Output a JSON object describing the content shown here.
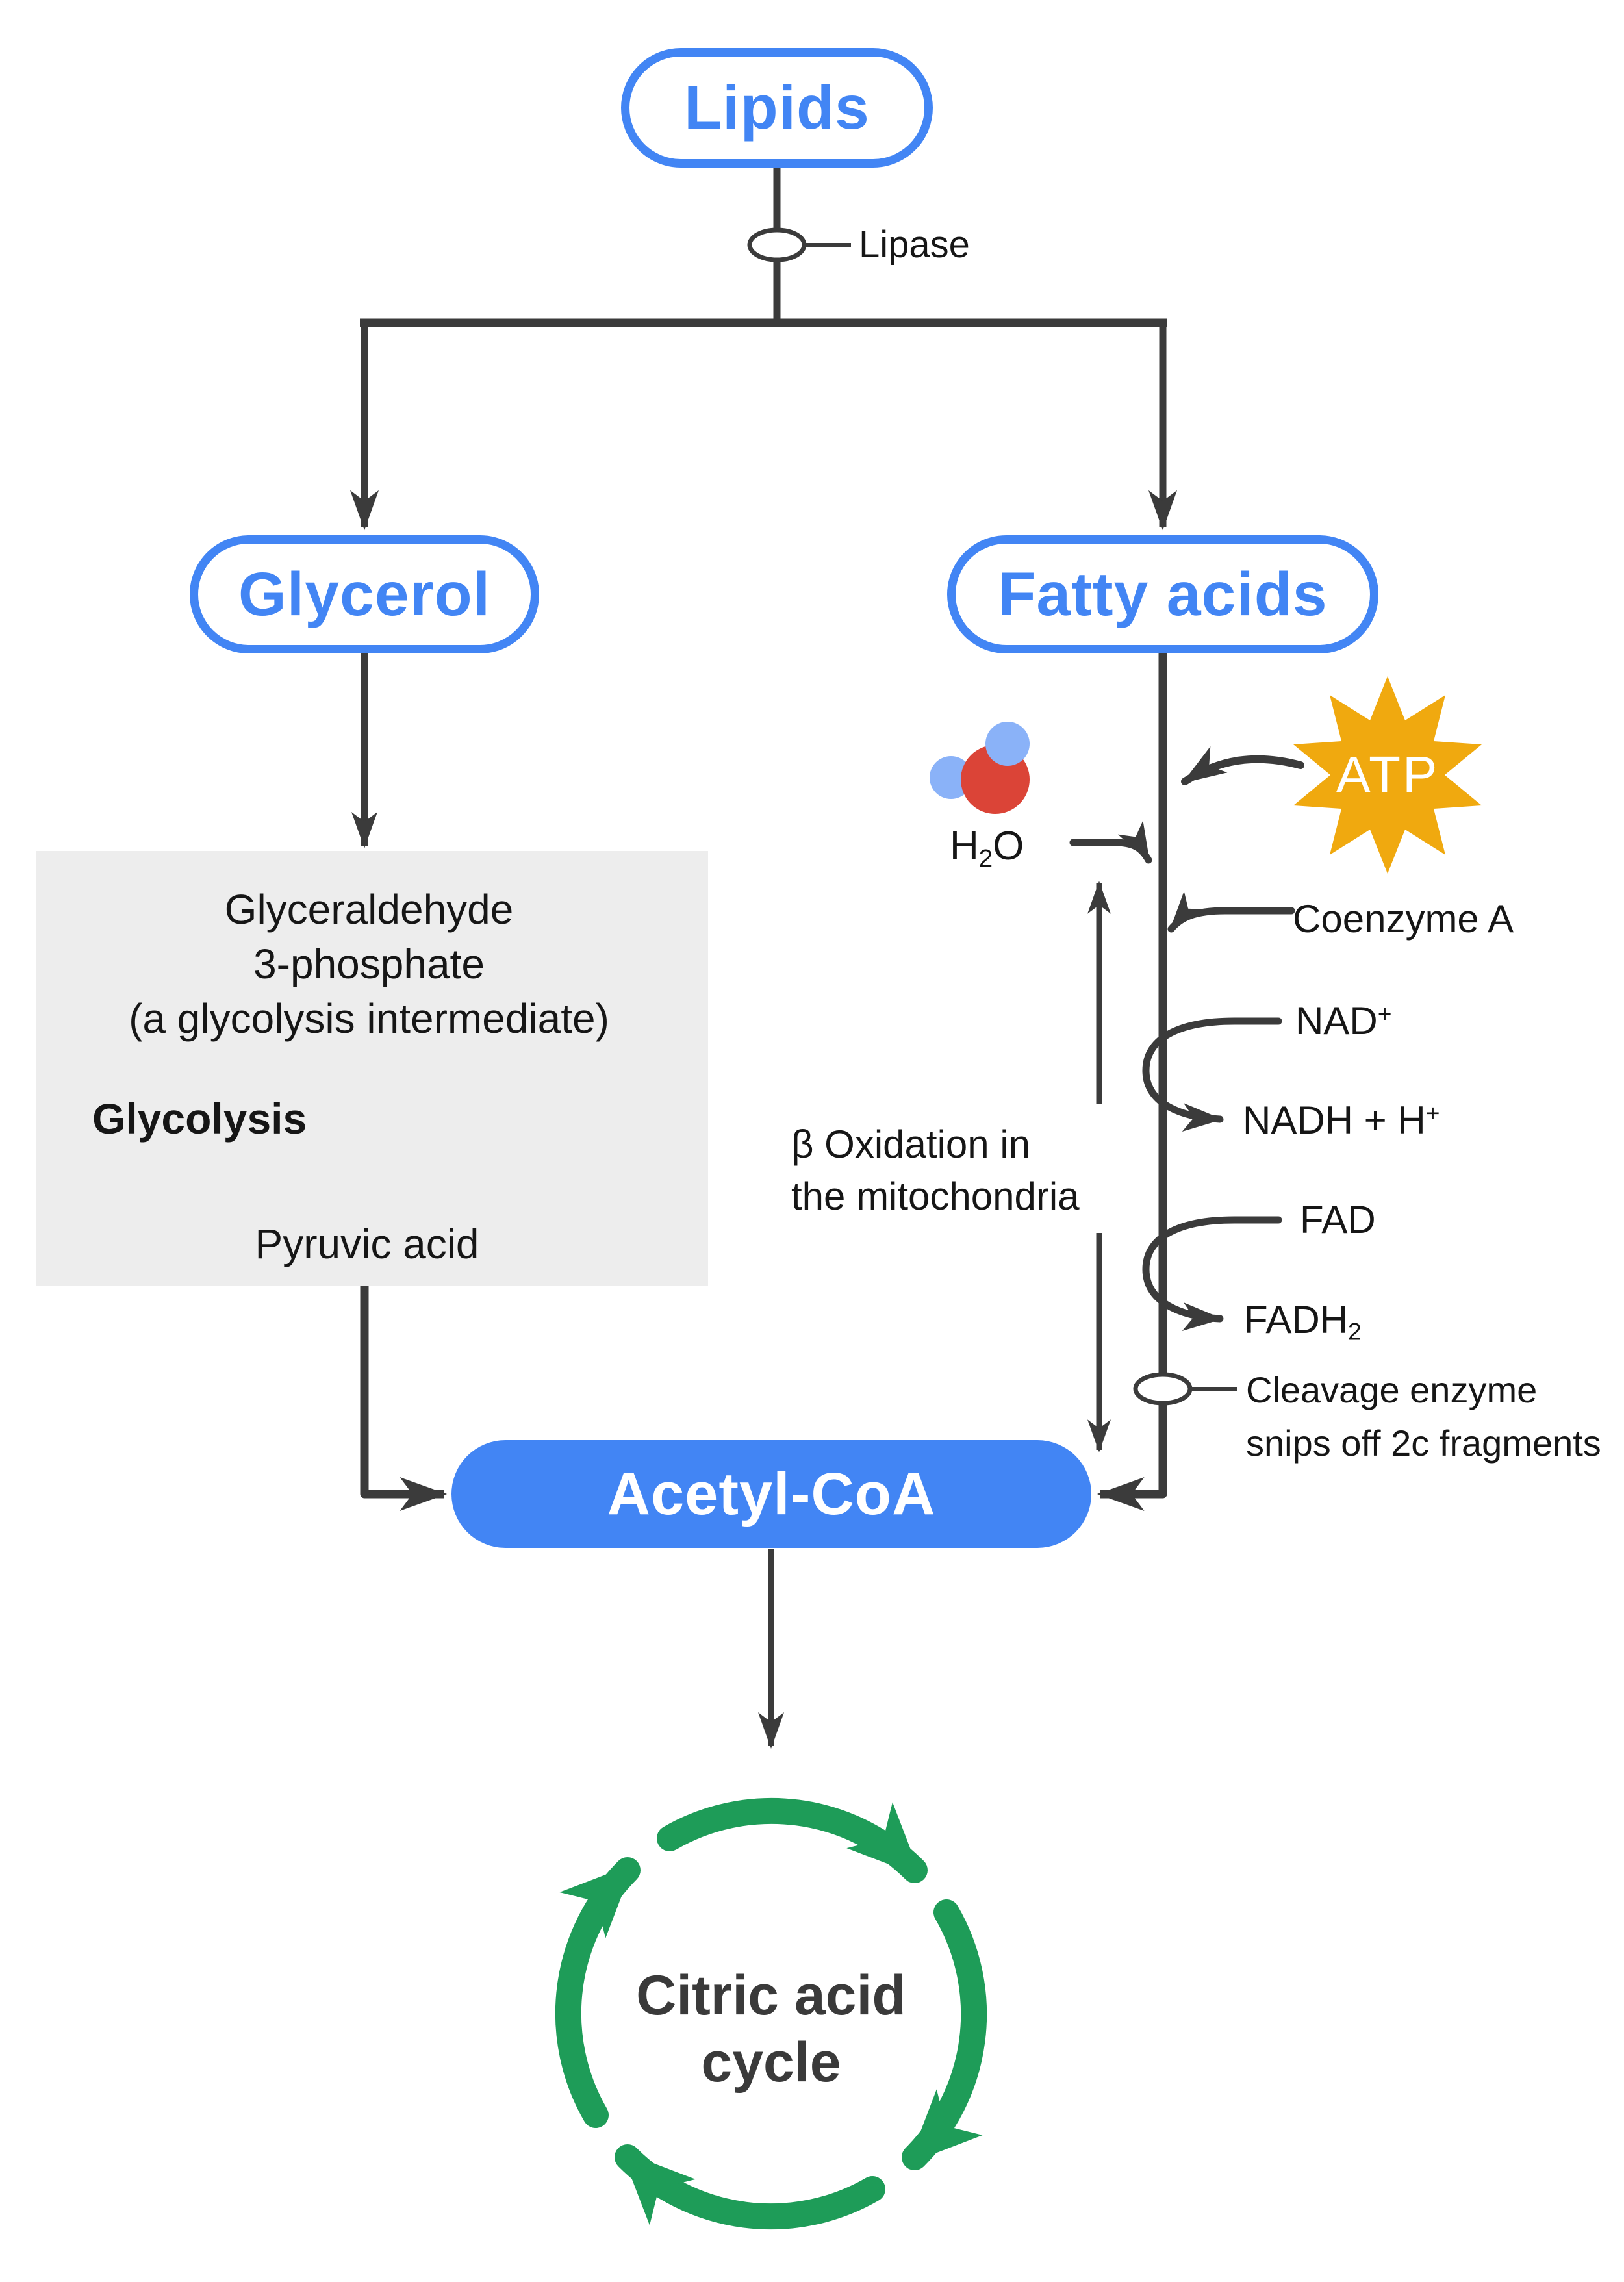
{
  "nodes": {
    "lipids": "Lipids",
    "glycerol": "Glycerol",
    "fatty_acids": "Fatty acids",
    "acetyl_coa": "Acetyl-CoA"
  },
  "cycle": {
    "line1": "Citric acid",
    "line2": "cycle"
  },
  "labels": {
    "lipase": "Lipase",
    "g3p_line1": "Glyceraldehyde",
    "g3p_line2": "3-phosphate",
    "g3p_line3": "(a glycolysis intermediate)",
    "glycolysis": "Glycolysis",
    "pyruvic_acid": "Pyruvic acid",
    "h2o_h": "H",
    "h2o_sub": "2",
    "h2o_o": "O",
    "atp": "ATP",
    "coenzyme_a": "Coenzyme A",
    "nad_base": "NAD",
    "nad_sup": "+",
    "nadh_base": "NADH + H",
    "nadh_sup": "+",
    "fad": "FAD",
    "fadh_base": "FADH",
    "fadh_sub": "2",
    "beta_line1": "β Oxidation in",
    "beta_line2": "the mitochondria",
    "cleavage_line1": "Cleavage enzyme",
    "cleavage_line2": "snips off 2c fragments"
  },
  "colors": {
    "node_blue": "#4285F4",
    "cycle_green": "#1E9C58",
    "atp_yellow": "#F0A90F",
    "oxygen_red": "#DB4437",
    "hydrogen_blue": "#8AB2F8",
    "line_dark": "#3B3B3B",
    "text_dark": "#161616",
    "gray_box": "#EDEDED",
    "cycle_text": "#3A3A3A"
  }
}
